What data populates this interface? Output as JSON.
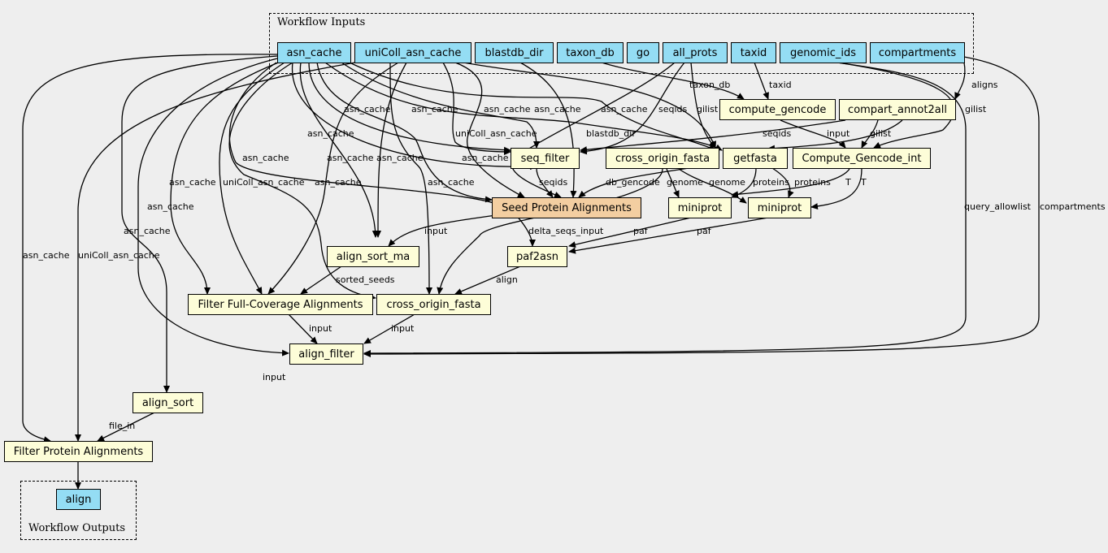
{
  "clusters": {
    "inputs_label": "Workflow Inputs",
    "outputs_label": "Workflow Outputs"
  },
  "inputs": {
    "asn_cache": "asn_cache",
    "unicoll_asn_cache": "uniColl_asn_cache",
    "blastdb_dir": "blastdb_dir",
    "taxon_db": "taxon_db",
    "go": "go",
    "all_prots": "all_prots",
    "taxid": "taxid",
    "genomic_ids": "genomic_ids",
    "compartments": "compartments"
  },
  "steps": {
    "compute_gencode": "compute_gencode",
    "compart_annot2all": "compart_annot2all",
    "seq_filter": "seq_filter",
    "cross_origin_fasta_top": "cross_origin_fasta",
    "getfasta": "getfasta",
    "compute_gencode_int": "Compute_Gencode_int",
    "seed_protein_alignments": "Seed Protein Alignments",
    "miniprot_a": "miniprot",
    "miniprot_b": "miniprot",
    "align_sort_ma": "align_sort_ma",
    "paf2asn": "paf2asn",
    "filter_full_coverage": "Filter Full-Coverage Alignments",
    "cross_origin_fasta_bottom": "cross_origin_fasta",
    "align_filter": "align_filter",
    "align_sort": "align_sort",
    "filter_protein_alignments": "Filter Protein Alignments"
  },
  "outputs": {
    "align": "align"
  },
  "edge_labels": {
    "asn_cache": "asn_cache",
    "unicoll_asn_cache": "uniColl_asn_cache",
    "blastdb_dir": "blastdb_dir",
    "taxon_db": "taxon_db",
    "taxid": "taxid",
    "aligns": "aligns",
    "gilist": "gilist",
    "seqids": "seqids",
    "input": "input",
    "db_gencode": "db_gencode",
    "genome": "genome",
    "proteins": "proteins",
    "T": "T",
    "paf": "paf",
    "delta_seqs_input": "delta_seqs_input",
    "query_allowlist": "query_allowlist",
    "compartments": "compartments",
    "sorted_seeds": "sorted_seeds",
    "align": "align",
    "file_in": "file_in"
  },
  "colors": {
    "input_fill": "#94ddf4",
    "step_fill": "#fdfdd8",
    "seed_fill": "#f3cea1",
    "background": "#eeeeee"
  }
}
